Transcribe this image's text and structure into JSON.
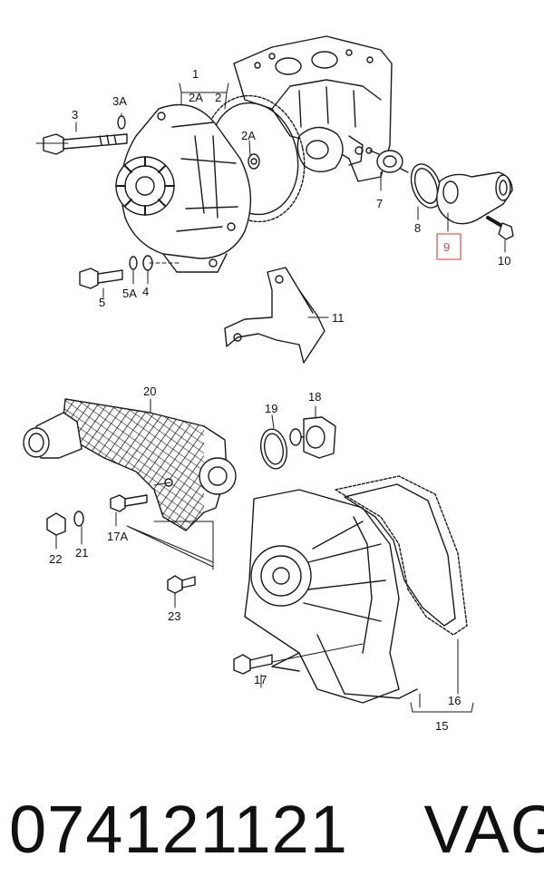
{
  "callouts": {
    "c1": "1",
    "c2A_top": "2A",
    "c2": "2",
    "c3A": "3A",
    "c3": "3",
    "c2A_mid": "2A",
    "c7": "7",
    "c8": "8",
    "c9": "9",
    "c10": "10",
    "c5": "5",
    "c5A": "5A",
    "c4": "4",
    "c11": "11",
    "c20": "20",
    "c19": "19",
    "c18": "18",
    "c22": "22",
    "c21": "21",
    "c17A": "17A",
    "c23": "23",
    "c17": "17",
    "c16": "16",
    "c15": "15"
  },
  "highlight_color": "#e07a7a",
  "caption": {
    "part_number": "074121121",
    "brand": "VAG"
  }
}
